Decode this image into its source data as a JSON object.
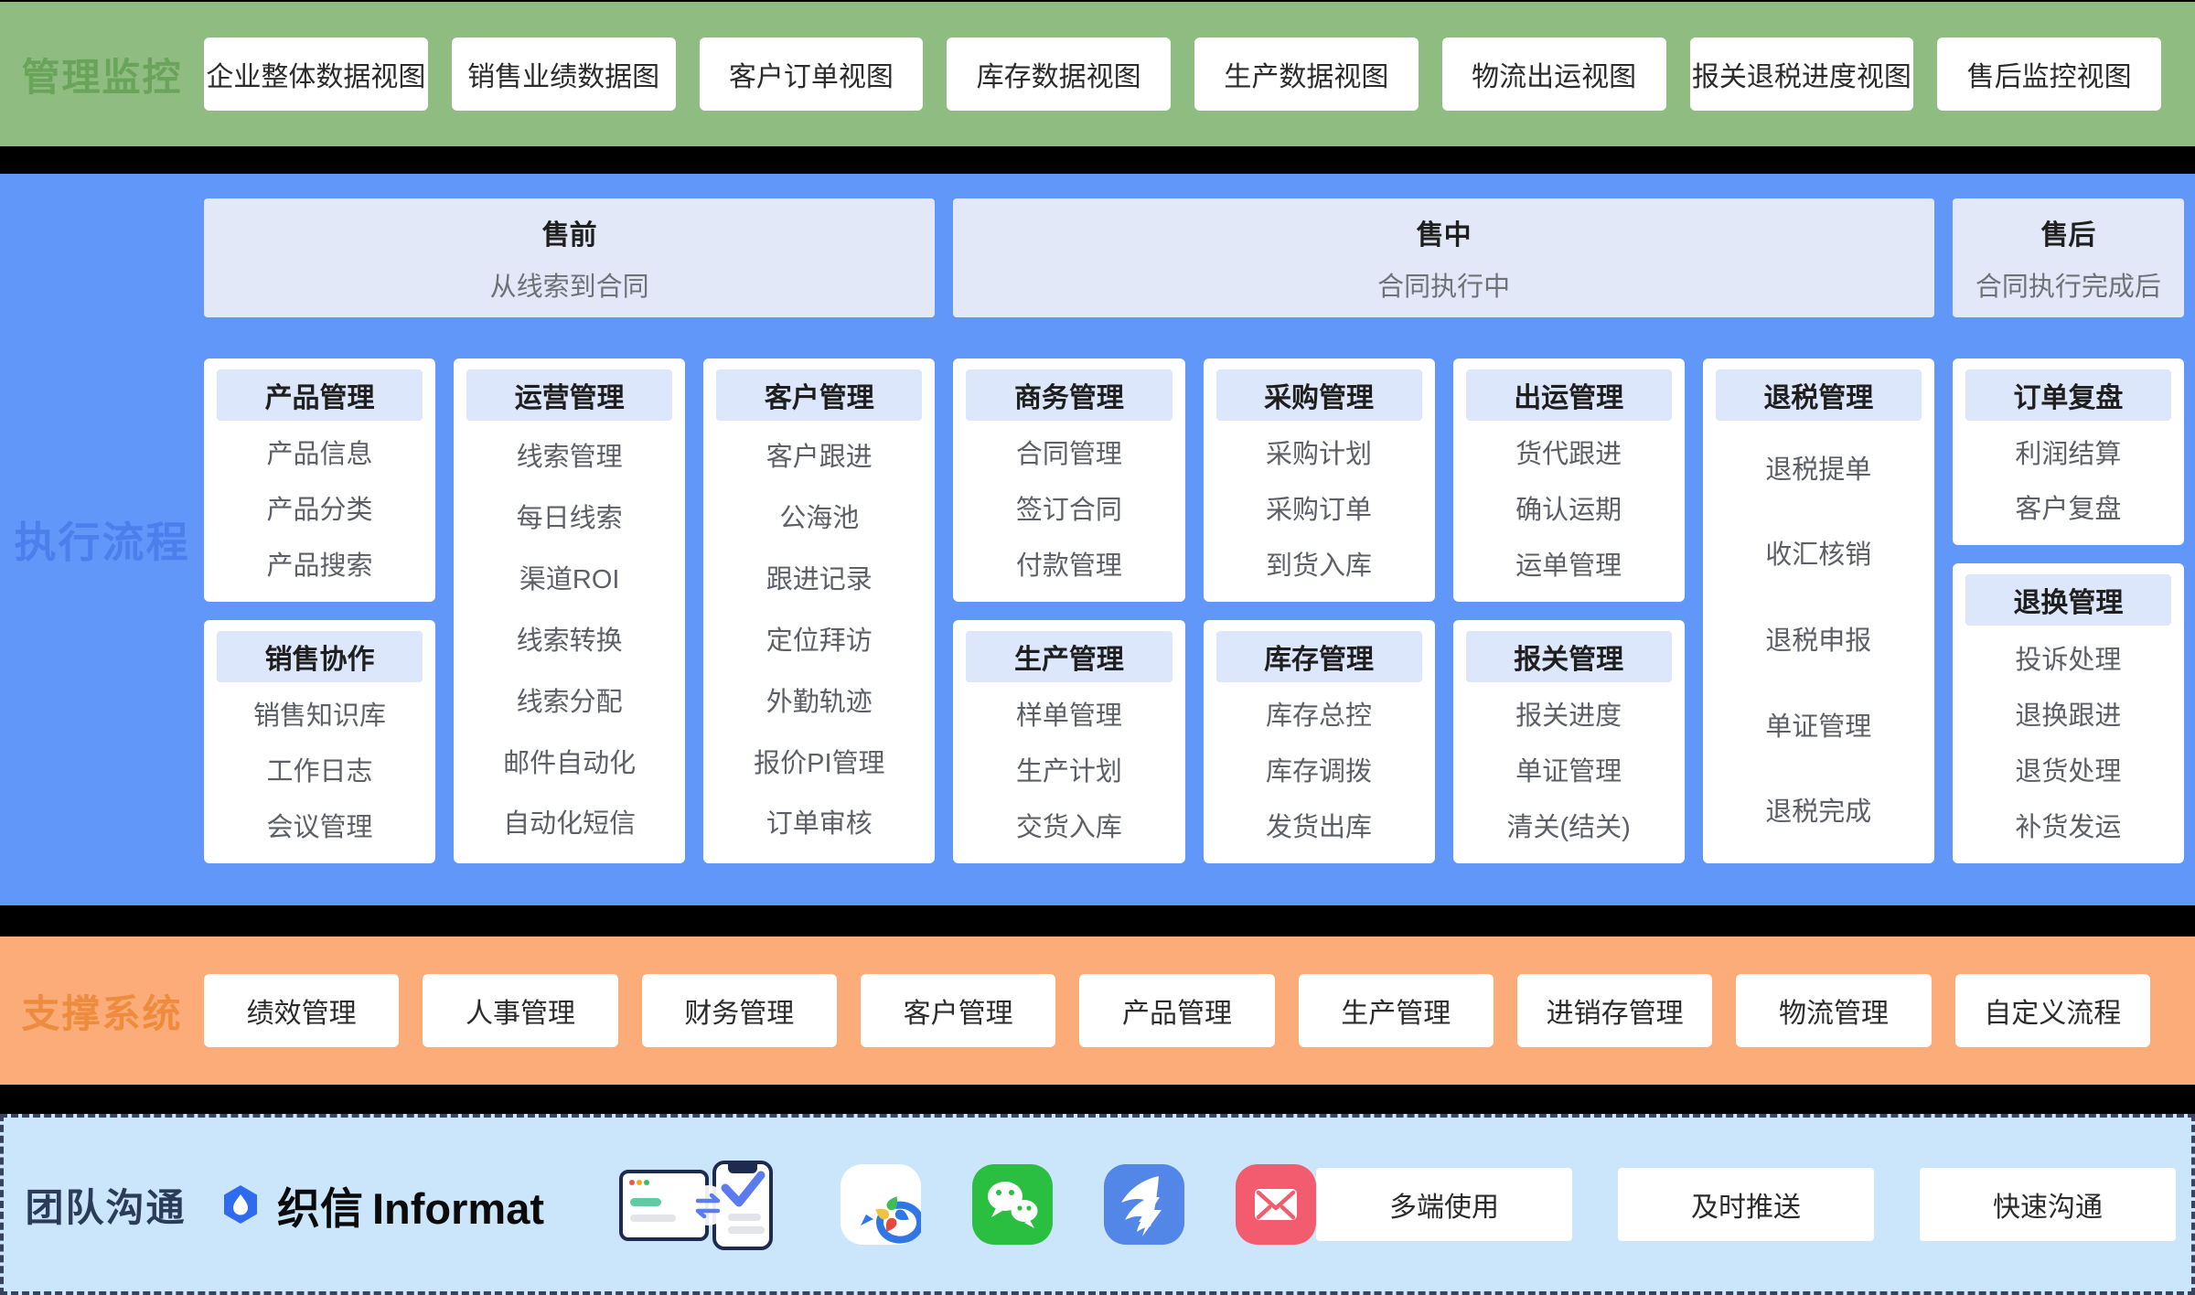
{
  "monitor": {
    "label": "管理监控",
    "views": [
      "企业整体数据视图",
      "销售业绩数据图",
      "客户订单视图",
      "库存数据视图",
      "生产数据视图",
      "物流出运视图",
      "报关退税进度视图",
      "售后监控视图"
    ]
  },
  "execution": {
    "label": "执行流程",
    "phases": [
      {
        "id": "presale",
        "title": "售前",
        "subtitle": "从线索到合同",
        "span": 3
      },
      {
        "id": "onsale",
        "title": "售中",
        "subtitle": "合同执行中",
        "span": 4
      },
      {
        "id": "aftersale",
        "title": "售后",
        "subtitle": "合同执行完成后",
        "span": 1
      }
    ],
    "columns": [
      {
        "cards": [
          {
            "title": "产品管理",
            "items": [
              "产品信息",
              "产品分类",
              "产品搜索"
            ]
          },
          {
            "title": "销售协作",
            "items": [
              "销售知识库",
              "工作日志",
              "会议管理"
            ]
          }
        ]
      },
      {
        "cards": [
          {
            "title": "运营管理",
            "items": [
              "线索管理",
              "每日线索",
              "渠道ROI",
              "线索转换",
              "线索分配",
              "邮件自动化",
              "自动化短信"
            ]
          }
        ]
      },
      {
        "cards": [
          {
            "title": "客户管理",
            "items": [
              "客户跟进",
              "公海池",
              "跟进记录",
              "定位拜访",
              "外勤轨迹",
              "报价PI管理",
              "订单审核"
            ]
          }
        ]
      },
      {
        "cards": [
          {
            "title": "商务管理",
            "items": [
              "合同管理",
              "签订合同",
              "付款管理"
            ]
          },
          {
            "title": "生产管理",
            "items": [
              "样单管理",
              "生产计划",
              "交货入库"
            ]
          }
        ]
      },
      {
        "cards": [
          {
            "title": "采购管理",
            "items": [
              "采购计划",
              "采购订单",
              "到货入库"
            ]
          },
          {
            "title": "库存管理",
            "items": [
              "库存总控",
              "库存调拨",
              "发货出库"
            ]
          }
        ]
      },
      {
        "cards": [
          {
            "title": "出运管理",
            "items": [
              "货代跟进",
              "确认运期",
              "运单管理"
            ]
          },
          {
            "title": "报关管理",
            "items": [
              "报关进度",
              "单证管理",
              "清关(结关)"
            ]
          }
        ]
      },
      {
        "cards": [
          {
            "title": "退税管理",
            "items": [
              "退税提单",
              "收汇核销",
              "退税申报",
              "单证管理",
              "退税完成"
            ]
          }
        ]
      },
      {
        "cards": [
          {
            "title": "订单复盘",
            "items": [
              "利润结算",
              "客户复盘"
            ]
          },
          {
            "title": "退换管理",
            "items": [
              "投诉处理",
              "退换跟进",
              "退货处理",
              "补货发运"
            ]
          }
        ]
      }
    ]
  },
  "support": {
    "label": "支撑系统",
    "systems": [
      "绩效管理",
      "人事管理",
      "财务管理",
      "客户管理",
      "产品管理",
      "生产管理",
      "进销存管理",
      "物流管理",
      "自定义流程"
    ]
  },
  "communication": {
    "label": "团队沟通",
    "brand": {
      "name_cn": "织信",
      "name_en": "Informat"
    },
    "apps": [
      "wecom-icon",
      "wechat-icon",
      "dingtalk-icon",
      "mail-icon"
    ],
    "features": [
      "多端使用",
      "及时推送",
      "快速沟通"
    ]
  },
  "colors": {
    "monitor_bg": "#8FBC80",
    "monitor_label": "#69A45A",
    "exec_bg": "#6297FA",
    "exec_label": "#4C7EEC",
    "phase_bg": "#E2E8F8",
    "phase_title": "#1F1F1F",
    "phase_subtitle": "#6E7277",
    "chip_bg": "#DCE7FB",
    "item_text": "#5C6066",
    "support_bg": "#FBAC79",
    "support_label": "#EE8B3D",
    "comm_bg": "#CBE6FB",
    "comm_border": "#36445E",
    "comm_label": "#2B3C59",
    "brand_blue": "#2F6BEF",
    "wecom_blue": "#2E77E5",
    "wechat_green": "#2BBF42",
    "dingtalk_blue": "#5286E7",
    "mail_red": "#F25C6E",
    "teal": "#5ECCA0",
    "arrow_blue": "#5B7BF0",
    "navy": "#1E2B4E"
  }
}
